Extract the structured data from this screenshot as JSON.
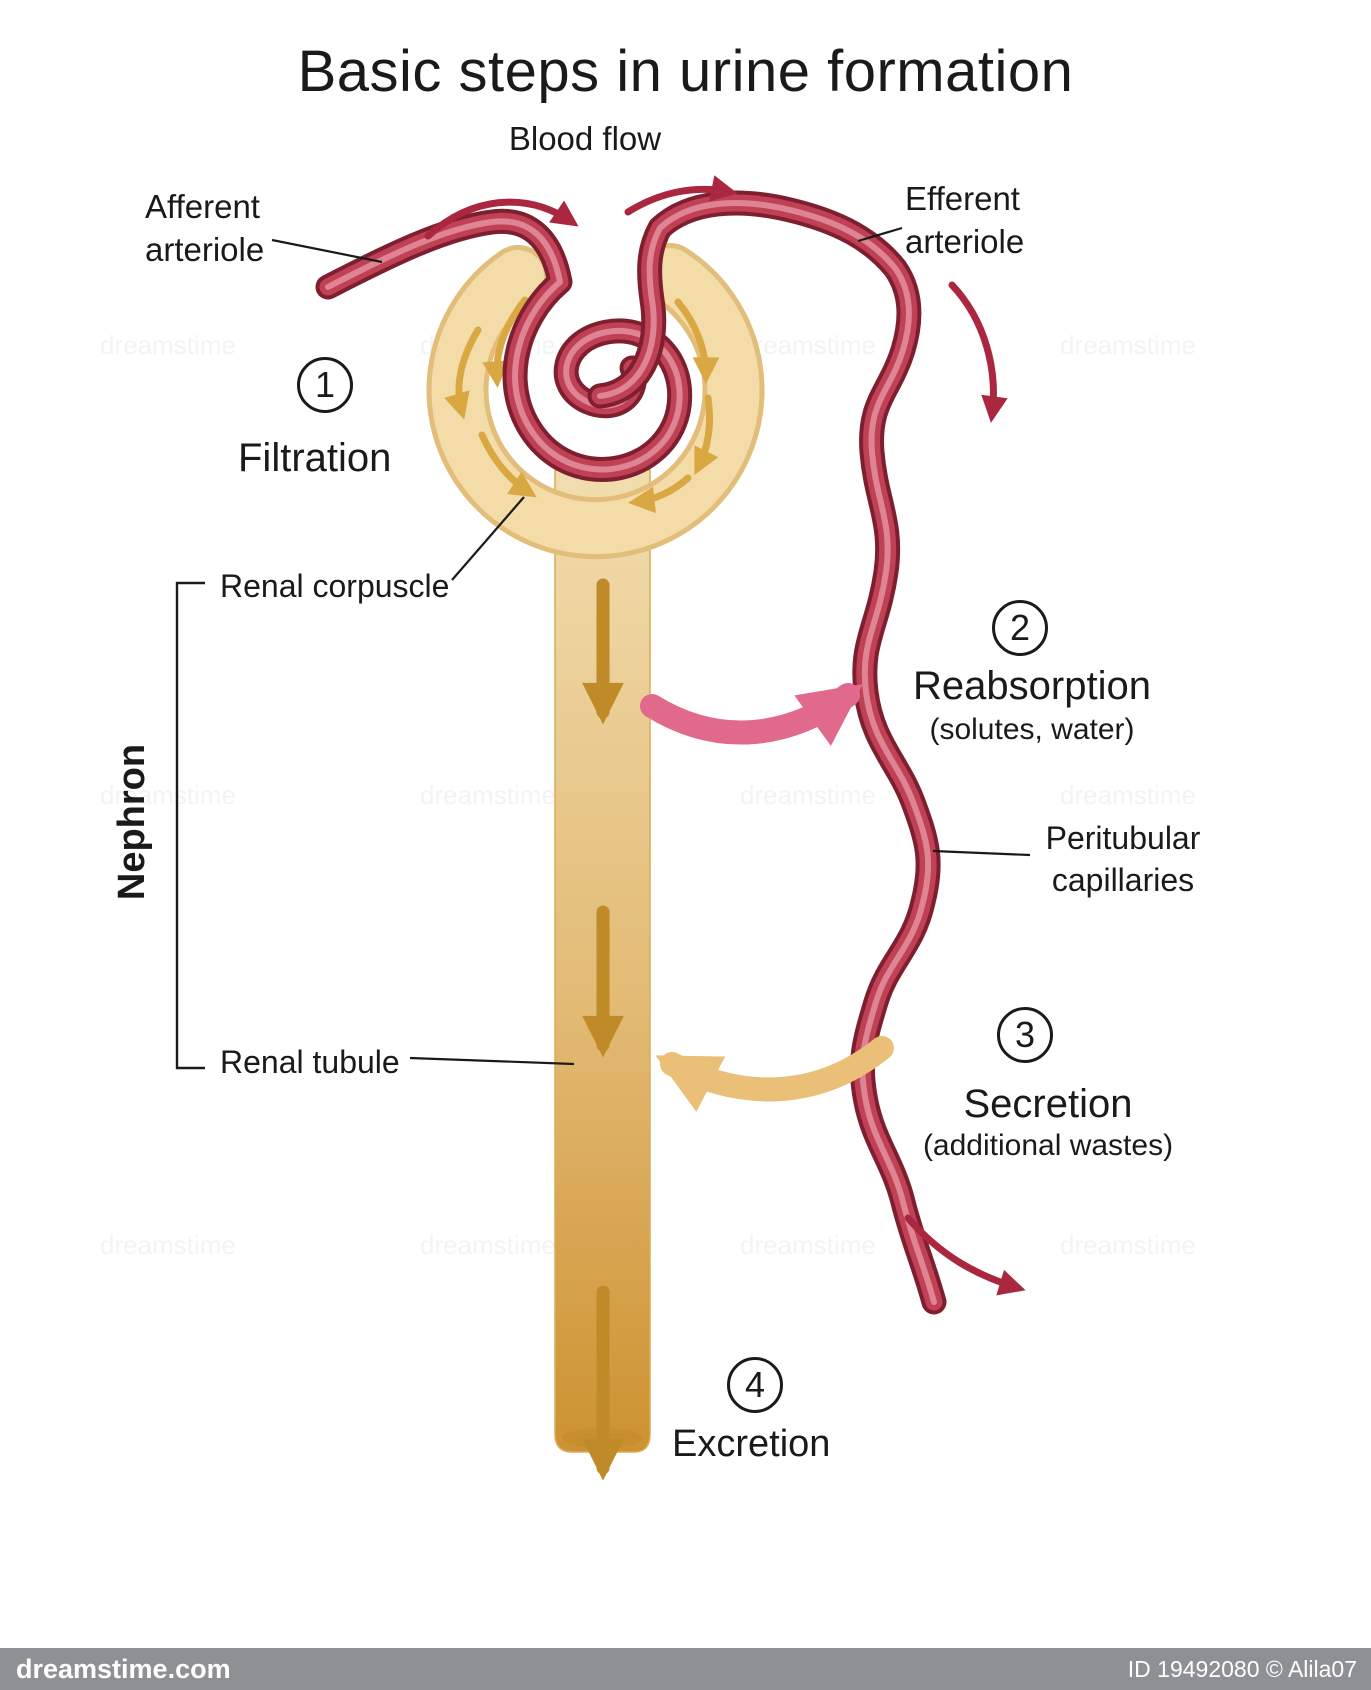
{
  "title": "Basic steps in urine formation",
  "labels": {
    "blood_flow": "Blood flow",
    "afferent_arteriole": "Afferent\narteriole",
    "efferent_arteriole": "Efferent\narteriole",
    "renal_corpuscle": "Renal corpuscle",
    "renal_tubule": "Renal tubule",
    "nephron": "Nephron",
    "peritubular_capillaries": "Peritubular\ncapillaries"
  },
  "steps": [
    {
      "number": "1",
      "label": "Filtration",
      "sub": ""
    },
    {
      "number": "2",
      "label": "Reabsorption",
      "sub": "(solutes, water)"
    },
    {
      "number": "3",
      "label": "Secretion",
      "sub": "(additional wastes)"
    },
    {
      "number": "4",
      "label": "Excretion",
      "sub": ""
    }
  ],
  "footer": {
    "site": "dreamstime.com",
    "image_id": "ID 19492080 © Alila07"
  },
  "watermark": {
    "logo_text": "dreamstime"
  },
  "colors": {
    "vessel_red": "#c04056",
    "vessel_dark": "#7e1f30",
    "vessel_highlight": "#de8492",
    "capsule_tan": "#f3dca8",
    "capsule_edge": "#e3bd7a",
    "tubule_top": "#f1ddae",
    "tubule_mid": "#e2ba74",
    "tubule_bottom": "#cd9231",
    "filtrate_arrow_tan": "#d9a843",
    "tubule_arrow_tan": "#c08a28",
    "reabsorption_pink": "#e0698c",
    "secretion_tan": "#eac078",
    "flow_arrow_red": "#ab2740",
    "text_dark": "#1a1a1a",
    "footer_bg": "#8f9093"
  }
}
